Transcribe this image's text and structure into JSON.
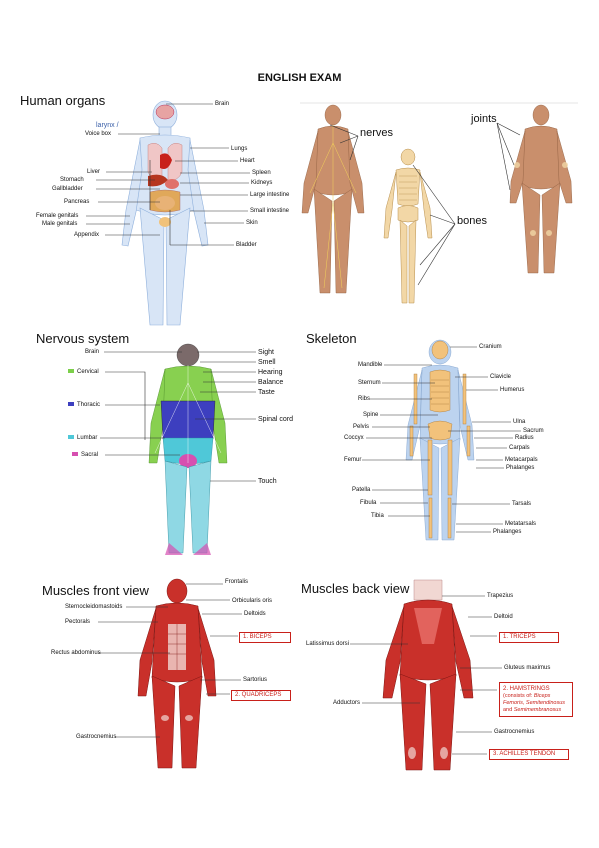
{
  "title": "ENGLISH EXAM",
  "sections": {
    "organs": {
      "heading": "Human organs",
      "labels": {
        "brain": "Brain",
        "larynx": "larynx /",
        "voice_box": "Voice box",
        "lungs": "Lungs",
        "heart": "Heart",
        "liver": "Liver",
        "spleen": "Spleen",
        "stomach": "Stomach",
        "kidneys": "Kidneys",
        "gallbladder": "Gallbladder",
        "large_intestine": "Large intestine",
        "pancreas": "Pancreas",
        "small_intestine": "Small intestine",
        "female_genitals": "Female genitals",
        "male_genitals": "Male genitals",
        "skin": "Skin",
        "appendix": "Appendix",
        "bladder": "Bladder"
      }
    },
    "systems": {
      "nerves": "nerves",
      "bones": "bones",
      "joints": "joints"
    },
    "nervous": {
      "heading": "Nervous system",
      "labels": {
        "brain": "Brain",
        "sight": "Sight",
        "smell": "Smell",
        "cervical": "Cervical",
        "hearing": "Hearing",
        "balance": "Balance",
        "taste": "Taste",
        "thoracic": "Thoracic",
        "spinal_cord": "Spinal cord",
        "lumbar": "Lumbar",
        "sacral": "Sacral",
        "touch": "Touch"
      },
      "colors": {
        "cervical": "#7ccf4a",
        "thoracic": "#3d3fbf",
        "lumbar": "#4fc8d8",
        "sacral": "#d64fb0"
      }
    },
    "skeleton": {
      "heading": "Skeleton",
      "labels": {
        "cranium": "Cranium",
        "mandible": "Mandible",
        "clavicle": "Clavicle",
        "sternum": "Sternum",
        "humerus": "Humerus",
        "ribs": "Ribs",
        "spine": "Spine",
        "ulna": "Ulna",
        "pelvis": "Pelvis",
        "sacrum": "Sacrum",
        "coccyx": "Coccyx",
        "radius": "Radius",
        "carpals": "Carpals",
        "femur": "Femur",
        "metacarpals": "Metacarpals",
        "phalanges_hand": "Phalanges",
        "patella": "Patella",
        "tarsals": "Tarsals",
        "fibula": "Fibula",
        "tibia": "Tibia",
        "metatarsals": "Metatarsals",
        "phalanges_foot": "Phalanges"
      }
    },
    "muscles_front": {
      "heading": "Muscles front view",
      "labels": {
        "frontalis": "Frontalis",
        "orbicularis": "Orbicularis oris",
        "sternocleidomastoids": "Sternocleidomastoids",
        "deltoids": "Deltoids",
        "pectorals": "Pectorals",
        "biceps": "1. BICEPS",
        "rectus": "Rectus abdominus",
        "sartorius": "Sartorius",
        "quadriceps": "2. QUADRICEPS",
        "gastrocnemius": "Gastrocnemius"
      }
    },
    "muscles_back": {
      "heading": "Muscles back view",
      "labels": {
        "trapezius": "Trapezius",
        "deltoid": "Deltoid",
        "latissimus": "Latissimus dorsi",
        "triceps": "1. TRICEPS",
        "gluteus": "Gluteus maximus",
        "hamstrings": "2. HAMSTRINGS",
        "hamstrings_note_a": "(consists of: ",
        "hamstrings_note_b": "Biceps Femoris, Semitendinosus",
        "hamstrings_note_c": " and ",
        "hamstrings_note_d": "Semimembranosus",
        "adductors": "Adductors",
        "gastrocnemius": "Gastrocnemius",
        "achilles": "3. ACHILLES TENDON"
      }
    }
  },
  "colors": {
    "accent_red": "#c8201a",
    "muscle": "#c9302a",
    "bone": "#f2c27b",
    "body_blue": "#bcd3ef",
    "skin": "#c98f6c"
  }
}
